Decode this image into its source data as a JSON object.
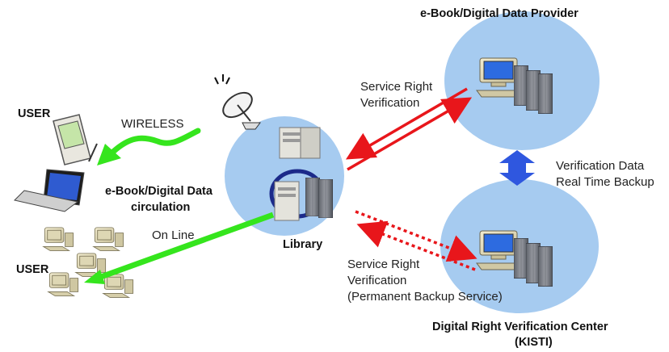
{
  "title": "",
  "nodes": {
    "provider": {
      "label": "e-Book/Digital Data Provider"
    },
    "library": {
      "label": "Library"
    },
    "center": {
      "label_line1": "Digital Right Verification  Center",
      "label_line2": "(KISTI)"
    },
    "user_mobile": {
      "label": "USER"
    },
    "user_desktop": {
      "label": "USER"
    }
  },
  "edges": {
    "wireless": {
      "label": "WIRELESS"
    },
    "online": {
      "label": "On Line"
    },
    "circulation": {
      "line1": "e-Book/Digital Data",
      "line2": "circulation"
    },
    "service_right": {
      "line1": "Service Right",
      "line2": "Verification"
    },
    "service_right_backup": {
      "line1": "Service Right",
      "line2": "Verification",
      "line3": "(Permanent Backup Service)"
    },
    "backup": {
      "line1": "Verification Data",
      "line2": "Real Time Backup"
    }
  },
  "colors": {
    "circle": "#a6cbf0",
    "red_arrow": "#e8161b",
    "green_arrow": "#35e51d",
    "blue_arrow": "#2f57df",
    "server_grey": "#7c7f86",
    "monitor_beige": "#e8e1bf"
  }
}
